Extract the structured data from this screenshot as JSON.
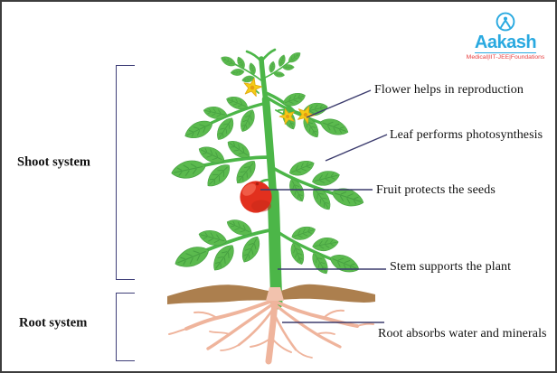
{
  "logo": {
    "name": "Aakash",
    "tagline": "Medical|IIT-JEE|Foundations"
  },
  "systems": {
    "shoot": {
      "label": "Shoot system"
    },
    "root": {
      "label": "Root system"
    }
  },
  "callouts": {
    "flower": {
      "text": "Flower helps in reproduction"
    },
    "leaf": {
      "text": "Leaf performs photosynthesis"
    },
    "fruit": {
      "text": "Fruit protects the seeds"
    },
    "stem": {
      "text": "Stem supports the plant"
    },
    "root": {
      "text": "Root absorbs water and minerals"
    }
  },
  "colors": {
    "leaf_green": "#5bba4e",
    "leaf_vein_green": "#469f41",
    "stem_green": "#4cb648",
    "fruit_red": "#e2301e",
    "flower_yellow": "#f5cc16",
    "soil_brown": "#ac7f4e",
    "root_pink": "#efb49c",
    "callout_line_navy": "#3b3b6d",
    "brand_blue": "#29a9e0",
    "brand_red": "#e84040"
  }
}
